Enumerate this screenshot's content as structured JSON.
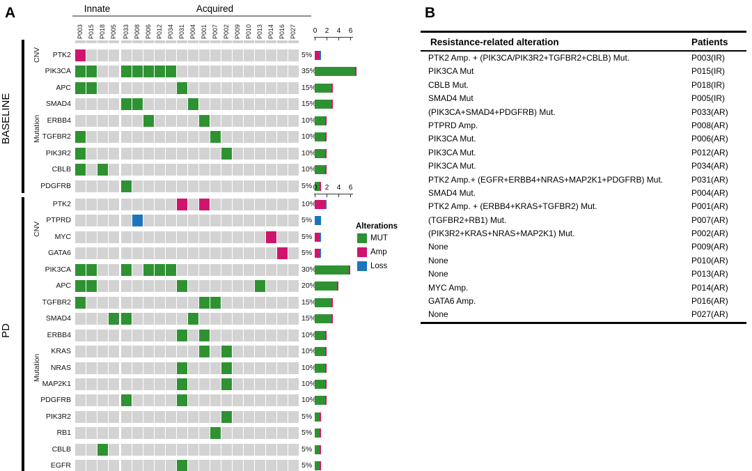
{
  "figure": {
    "panel_a_label": "A",
    "panel_b_label": "B"
  },
  "chart_data": {
    "type": "heatmap",
    "subtype": "oncoprint",
    "column_groups": [
      {
        "label": "Innate",
        "columns": [
          "P003",
          "P015",
          "P018",
          "P005"
        ]
      },
      {
        "label": "Acquired",
        "columns": [
          "P033",
          "P008",
          "P006",
          "P012",
          "P034",
          "P031",
          "P004",
          "P001",
          "P007",
          "P002",
          "P009",
          "P010",
          "P013",
          "P014",
          "P016",
          "P027"
        ]
      }
    ],
    "alteration_types": {
      "mut": {
        "label": "MUT",
        "color": "#2F9232"
      },
      "amp": {
        "label": "Amp",
        "color": "#D0146E"
      },
      "loss": {
        "label": "Loss",
        "color": "#1C75BC"
      }
    },
    "empty_cell_color": "#D3D3D3",
    "legend_title": "Alterations",
    "bar_axis_ticks": [
      0,
      2,
      4,
      6
    ],
    "sections": [
      {
        "name": "BASELINE",
        "groups": [
          {
            "name": "CNV",
            "rows": [
              {
                "gene": "PTK2",
                "percent": "5%",
                "bar_value": 1,
                "bar_type": "amp",
                "alterations": [
                  {
                    "patient": "P003",
                    "type": "amp"
                  }
                ]
              }
            ]
          },
          {
            "name": "Mutation",
            "rows": [
              {
                "gene": "PIK3CA",
                "percent": "35%",
                "bar_value": 7,
                "bar_type": "mut",
                "alterations": [
                  {
                    "patient": "P003",
                    "type": "mut"
                  },
                  {
                    "patient": "P015",
                    "type": "mut"
                  },
                  {
                    "patient": "P033",
                    "type": "mut"
                  },
                  {
                    "patient": "P008",
                    "type": "mut"
                  },
                  {
                    "patient": "P006",
                    "type": "mut"
                  },
                  {
                    "patient": "P012",
                    "type": "mut"
                  },
                  {
                    "patient": "P034",
                    "type": "mut"
                  }
                ]
              },
              {
                "gene": "APC",
                "percent": "15%",
                "bar_value": 3,
                "bar_type": "mut",
                "alterations": [
                  {
                    "patient": "P003",
                    "type": "mut"
                  },
                  {
                    "patient": "P015",
                    "type": "mut"
                  },
                  {
                    "patient": "P031",
                    "type": "mut"
                  }
                ]
              },
              {
                "gene": "SMAD4",
                "percent": "15%",
                "bar_value": 3,
                "bar_type": "mut",
                "alterations": [
                  {
                    "patient": "P033",
                    "type": "mut"
                  },
                  {
                    "patient": "P008",
                    "type": "mut"
                  },
                  {
                    "patient": "P004",
                    "type": "mut"
                  }
                ]
              },
              {
                "gene": "ERBB4",
                "percent": "10%",
                "bar_value": 2,
                "bar_type": "mut",
                "alterations": [
                  {
                    "patient": "P006",
                    "type": "mut"
                  },
                  {
                    "patient": "P001",
                    "type": "mut"
                  }
                ]
              },
              {
                "gene": "TGFBR2",
                "percent": "10%",
                "bar_value": 2,
                "bar_type": "mut",
                "alterations": [
                  {
                    "patient": "P003",
                    "type": "mut"
                  },
                  {
                    "patient": "P007",
                    "type": "mut"
                  }
                ]
              },
              {
                "gene": "PIK3R2",
                "percent": "10%",
                "bar_value": 2,
                "bar_type": "mut",
                "alterations": [
                  {
                    "patient": "P003",
                    "type": "mut"
                  },
                  {
                    "patient": "P002",
                    "type": "mut"
                  }
                ]
              },
              {
                "gene": "CBLB",
                "percent": "10%",
                "bar_value": 2,
                "bar_type": "mut",
                "alterations": [
                  {
                    "patient": "P003",
                    "type": "mut"
                  },
                  {
                    "patient": "P018",
                    "type": "mut"
                  }
                ]
              },
              {
                "gene": "PDGFRB",
                "percent": "5%",
                "bar_value": 1,
                "bar_type": "mut",
                "alterations": [
                  {
                    "patient": "P033",
                    "type": "mut"
                  }
                ]
              }
            ]
          }
        ]
      },
      {
        "name": "PD",
        "groups": [
          {
            "name": "CNV",
            "rows": [
              {
                "gene": "PTK2",
                "percent": "10%",
                "bar_value": 2,
                "bar_type": "amp",
                "alterations": [
                  {
                    "patient": "P031",
                    "type": "amp"
                  },
                  {
                    "patient": "P001",
                    "type": "amp"
                  }
                ]
              },
              {
                "gene": "PTPRD",
                "percent": "5%",
                "bar_value": 1,
                "bar_type": "loss",
                "alterations": [
                  {
                    "patient": "P008",
                    "type": "loss"
                  }
                ]
              },
              {
                "gene": "MYC",
                "percent": "5%",
                "bar_value": 1,
                "bar_type": "amp",
                "alterations": [
                  {
                    "patient": "P014",
                    "type": "amp"
                  }
                ]
              },
              {
                "gene": "GATA6",
                "percent": "5%",
                "bar_value": 1,
                "bar_type": "amp",
                "alterations": [
                  {
                    "patient": "P016",
                    "type": "amp"
                  }
                ]
              }
            ]
          },
          {
            "name": "Mutation",
            "rows": [
              {
                "gene": "PIK3CA",
                "percent": "30%",
                "bar_value": 6,
                "bar_type": "mut",
                "alterations": [
                  {
                    "patient": "P003",
                    "type": "mut"
                  },
                  {
                    "patient": "P015",
                    "type": "mut"
                  },
                  {
                    "patient": "P033",
                    "type": "mut"
                  },
                  {
                    "patient": "P006",
                    "type": "mut"
                  },
                  {
                    "patient": "P012",
                    "type": "mut"
                  },
                  {
                    "patient": "P034",
                    "type": "mut"
                  }
                ]
              },
              {
                "gene": "APC",
                "percent": "20%",
                "bar_value": 4,
                "bar_type": "mut",
                "alterations": [
                  {
                    "patient": "P003",
                    "type": "mut"
                  },
                  {
                    "patient": "P015",
                    "type": "mut"
                  },
                  {
                    "patient": "P031",
                    "type": "mut"
                  },
                  {
                    "patient": "P013",
                    "type": "mut"
                  }
                ]
              },
              {
                "gene": "TGFBR2",
                "percent": "15%",
                "bar_value": 3,
                "bar_type": "mut",
                "alterations": [
                  {
                    "patient": "P003",
                    "type": "mut"
                  },
                  {
                    "patient": "P001",
                    "type": "mut"
                  },
                  {
                    "patient": "P007",
                    "type": "mut"
                  }
                ]
              },
              {
                "gene": "SMAD4",
                "percent": "15%",
                "bar_value": 3,
                "bar_type": "mut",
                "alterations": [
                  {
                    "patient": "P005",
                    "type": "mut"
                  },
                  {
                    "patient": "P033",
                    "type": "mut"
                  },
                  {
                    "patient": "P004",
                    "type": "mut"
                  }
                ]
              },
              {
                "gene": "ERBB4",
                "percent": "10%",
                "bar_value": 2,
                "bar_type": "mut",
                "alterations": [
                  {
                    "patient": "P031",
                    "type": "mut"
                  },
                  {
                    "patient": "P001",
                    "type": "mut"
                  }
                ]
              },
              {
                "gene": "KRAS",
                "percent": "10%",
                "bar_value": 2,
                "bar_type": "mut",
                "alterations": [
                  {
                    "patient": "P001",
                    "type": "mut"
                  },
                  {
                    "patient": "P002",
                    "type": "mut"
                  }
                ]
              },
              {
                "gene": "NRAS",
                "percent": "10%",
                "bar_value": 2,
                "bar_type": "mut",
                "alterations": [
                  {
                    "patient": "P031",
                    "type": "mut"
                  },
                  {
                    "patient": "P002",
                    "type": "mut"
                  }
                ]
              },
              {
                "gene": "MAP2K1",
                "percent": "10%",
                "bar_value": 2,
                "bar_type": "mut",
                "alterations": [
                  {
                    "patient": "P031",
                    "type": "mut"
                  },
                  {
                    "patient": "P002",
                    "type": "mut"
                  }
                ]
              },
              {
                "gene": "PDGFRB",
                "percent": "10%",
                "bar_value": 2,
                "bar_type": "mut",
                "alterations": [
                  {
                    "patient": "P033",
                    "type": "mut"
                  },
                  {
                    "patient": "P031",
                    "type": "mut"
                  }
                ]
              },
              {
                "gene": "PIK3R2",
                "percent": "5%",
                "bar_value": 1,
                "bar_type": "mut",
                "alterations": [
                  {
                    "patient": "P002",
                    "type": "mut"
                  }
                ]
              },
              {
                "gene": "RB1",
                "percent": "5%",
                "bar_value": 1,
                "bar_type": "mut",
                "alterations": [
                  {
                    "patient": "P007",
                    "type": "mut"
                  }
                ]
              },
              {
                "gene": "CBLB",
                "percent": "5%",
                "bar_value": 1,
                "bar_type": "mut",
                "alterations": [
                  {
                    "patient": "P018",
                    "type": "mut"
                  }
                ]
              },
              {
                "gene": "EGFR",
                "percent": "5%",
                "bar_value": 1,
                "bar_type": "mut",
                "alterations": [
                  {
                    "patient": "P031",
                    "type": "mut"
                  }
                ]
              }
            ]
          }
        ]
      }
    ]
  },
  "panel_b": {
    "header": {
      "alteration": "Resistance-related alteration",
      "patients": "Patients"
    },
    "rows": [
      {
        "alteration": "PTK2 Amp. + (PIK3CA/PIK3R2+TGFBR2+CBLB) Mut.",
        "patient": "P003(IR)"
      },
      {
        "alteration": "PIK3CA Mut",
        "patient": "P015(IR)"
      },
      {
        "alteration": "CBLB Mut.",
        "patient": "P018(IR)"
      },
      {
        "alteration": "SMAD4 Mut",
        "patient": "P005(IR)"
      },
      {
        "alteration": "(PIK3CA+SMAD4+PDGFRB) Mut.",
        "patient": "P033(AR)"
      },
      {
        "alteration": "PTPRD Amp.",
        "patient": "P008(AR)"
      },
      {
        "alteration": "PIK3CA Mut.",
        "patient": "P006(AR)"
      },
      {
        "alteration": "PIK3CA Mut.",
        "patient": "P012(AR)"
      },
      {
        "alteration": "PIK3CA Mut.",
        "patient": "P034(AR)"
      },
      {
        "alteration": "PTK2 Amp.+ (EGFR+ERBB4+NRAS+MAP2K1+PDGFRB) Mut.",
        "patient": "P031(AR)"
      },
      {
        "alteration": "SMAD4 Mut.",
        "patient": "P004(AR)"
      },
      {
        "alteration": "PTK2 Amp. + (ERBB4+KRAS+TGFBR2) Mut.",
        "patient": "P001(AR)"
      },
      {
        "alteration": "(TGFBR2+RB1) Mut.",
        "patient": "P007(AR)"
      },
      {
        "alteration": "(PIK3R2+KRAS+NRAS+MAP2K1) Mut.",
        "patient": "P002(AR)"
      },
      {
        "alteration": "None",
        "patient": "P009(AR)"
      },
      {
        "alteration": "None",
        "patient": "P010(AR)"
      },
      {
        "alteration": "None",
        "patient": "P013(AR)"
      },
      {
        "alteration": "MYC Amp.",
        "patient": "P014(AR)"
      },
      {
        "alteration": "GATA6 Amp.",
        "patient": "P016(AR)"
      },
      {
        "alteration": "None",
        "patient": "P027(AR)"
      }
    ]
  }
}
